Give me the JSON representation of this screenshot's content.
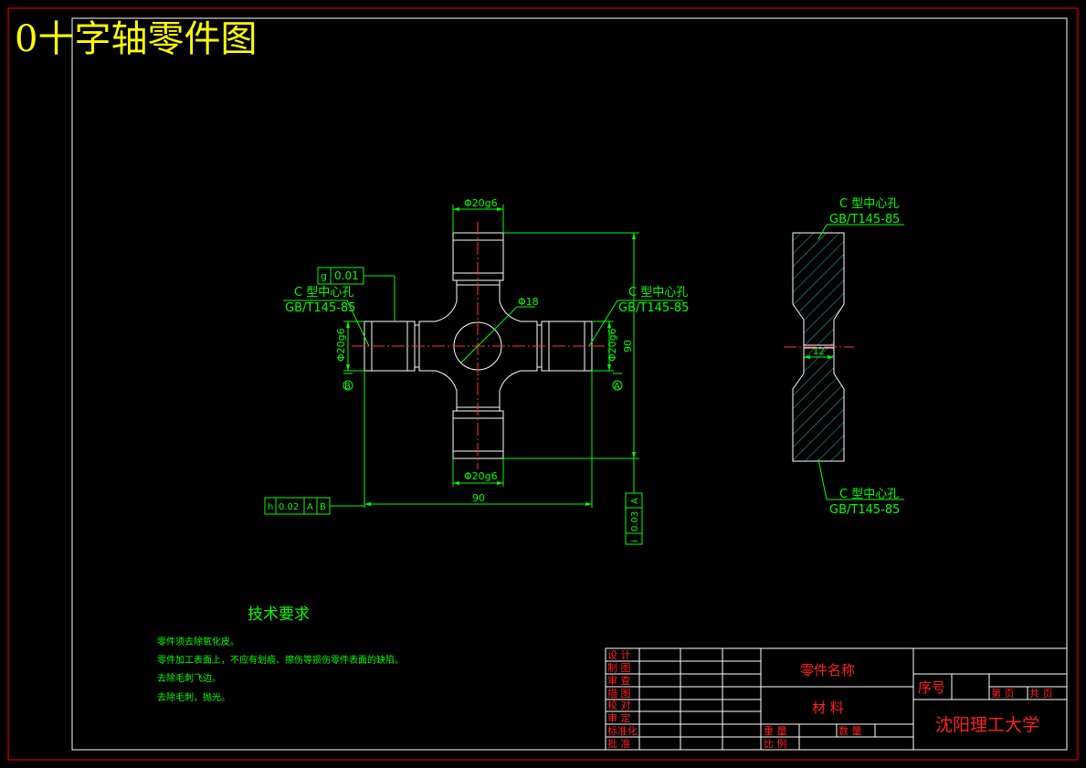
{
  "title": "0十字轴零件图",
  "colors": {
    "frame": "#ff0000",
    "border": "#ffffff",
    "drawing": "#00ff00",
    "center": "#ff3333",
    "hatch": "#22bbbb",
    "title": "#ffff00",
    "block_text": "#ff2020"
  },
  "front_view": {
    "dim_top": "Φ20g6",
    "dim_bottom": "Φ20g6",
    "dim_left": "Φ20g6",
    "dim_right": "Φ20g6",
    "dim_center_hole": "Φ18",
    "dim_width": "90",
    "dim_height": "90",
    "left_note": {
      "line1": "C 型中心孔",
      "line2": "GB/T145-85"
    },
    "right_note": {
      "line1": "C 型中心孔",
      "line2": "GB/T145-85"
    },
    "datum_left": "B",
    "datum_right": "A",
    "tol_flatness": {
      "symbol": "g",
      "value": "0.01"
    },
    "tol_runout": {
      "symbol": "h",
      "value": "0.02",
      "datum1": "A",
      "datum2": "B"
    },
    "tol_vertical": {
      "symbol": "i",
      "value": "0.03",
      "datum": "A"
    }
  },
  "side_view": {
    "top_note": {
      "line1": "C 型中心孔",
      "line2": "GB/T145-85"
    },
    "bottom_note": {
      "line1": "C 型中心孔",
      "line2": "GB/T145-85"
    },
    "dim_neck": "12"
  },
  "tech_requirements": {
    "heading": "技术要求",
    "items": [
      "零件须去除氧化皮。",
      "零件加工表面上，不应有划痕、擦伤等损伤零件表面的缺陷。",
      "去除毛刺飞边。",
      "去除毛刺，抛光。"
    ]
  },
  "title_block": {
    "rows": [
      "设 计",
      "制 图",
      "审 查",
      "描 图",
      "校 对",
      "审 定",
      "标准化",
      "批 准"
    ],
    "part_name": "零件名称",
    "material": "材 料",
    "weight": "重 量",
    "quantity": "数 量",
    "scale": "比 例",
    "serial": "序号",
    "page": "第 页",
    "total": "共 页",
    "school": "沈阳理工大学"
  }
}
